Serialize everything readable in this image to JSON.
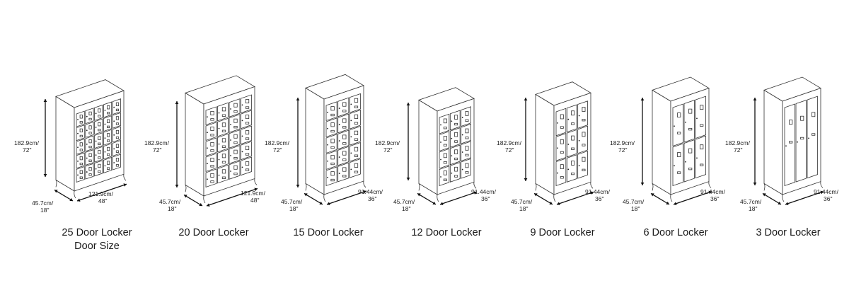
{
  "diagram": {
    "title": "Locker Sizes",
    "lockers": [
      {
        "name": "25 Door Locker",
        "subtitle": "Door Size",
        "columns": 5,
        "rows": 5,
        "height": "182.9cm/\n72\"",
        "height_cm": "182.9cm/",
        "height_in": "72\"",
        "depth_cm": "45.7cm/",
        "depth_in": "18\"",
        "width_cm": "121.9cm/",
        "width_in": "48\""
      },
      {
        "name": "20 Door Locker",
        "subtitle": "",
        "columns": 4,
        "rows": 5,
        "height_cm": "182.9cm/",
        "height_in": "72\"",
        "depth_cm": "45.7cm/",
        "depth_in": "18\"",
        "width_cm": "121.9cm/",
        "width_in": "48\""
      },
      {
        "name": "15 Door Locker",
        "subtitle": "",
        "columns": 3,
        "rows": 5,
        "height_cm": "182.9cm/",
        "height_in": "72\"",
        "depth_cm": "45.7cm/",
        "depth_in": "18\"",
        "width_cm": "91.44cm/",
        "width_in": "36\""
      },
      {
        "name": "12 Door Locker",
        "subtitle": "",
        "columns": 3,
        "rows": 4,
        "height_cm": "182.9cm/",
        "height_in": "72\"",
        "depth_cm": "45.7cm/",
        "depth_in": "18\"",
        "width_cm": "91.44cm/",
        "width_in": "36\""
      },
      {
        "name": "9 Door Locker",
        "subtitle": "",
        "columns": 3,
        "rows": 3,
        "height_cm": "182.9cm/",
        "height_in": "72\"",
        "depth_cm": "45.7cm/",
        "depth_in": "18\"",
        "width_cm": "91.44cm/",
        "width_in": "36\""
      },
      {
        "name": "6 Door Locker",
        "subtitle": "",
        "columns": 3,
        "rows": 2,
        "height_cm": "182.9cm/",
        "height_in": "72\"",
        "depth_cm": "45.7cm/",
        "depth_in": "18\"",
        "width_cm": "91.44cm/",
        "width_in": "36\""
      },
      {
        "name": "3 Door Locker",
        "subtitle": "",
        "columns": 3,
        "rows": 1,
        "height_cm": "182.9cm/",
        "height_in": "72\"",
        "depth_cm": "45.7cm/",
        "depth_in": "18\"",
        "width_cm": "91.44cm/",
        "width_in": "36\""
      }
    ]
  }
}
